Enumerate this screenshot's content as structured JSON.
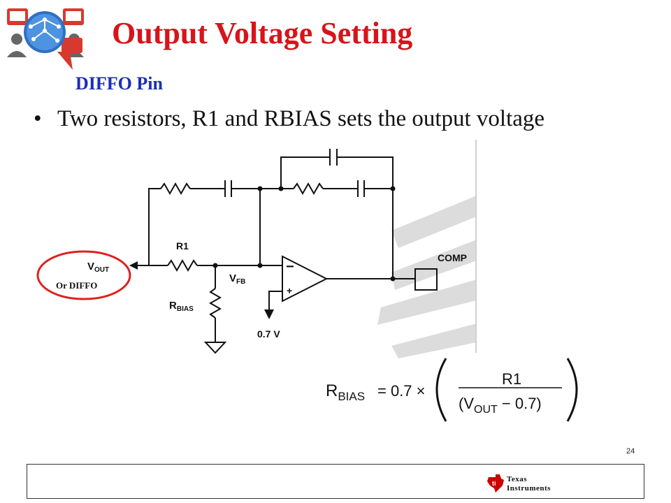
{
  "slide": {
    "title": "Output Voltage Setting",
    "subtitle": "DIFFO Pin",
    "bullet": "Two resistors, R1 and RBIAS sets the output voltage",
    "page_number": "24"
  },
  "schematic": {
    "vout_label_main": "V",
    "vout_label_sub": "OUT",
    "or_diffo_label": "Or DIFFO",
    "r1_label": "R1",
    "vfb_label_main": "V",
    "vfb_label_sub": "FB",
    "rbias_label_main": "R",
    "rbias_label_sub": "BIAS",
    "ref_voltage_label": "0.7 V",
    "comp_label": "COMP",
    "opamp_minus": "−",
    "opamp_plus": "+"
  },
  "formula": {
    "lhs_main": "R",
    "lhs_sub": "BIAS",
    "equals_coeff": "= 0.7 ×",
    "numerator": "R1",
    "den_open": "(V",
    "den_sub": "OUT",
    "den_rest": " − 0.7)"
  },
  "footer": {
    "brand_line1": "Texas",
    "brand_line2": "Instruments"
  },
  "colors": {
    "title": "#d7141a",
    "subtitle": "#1a2fb8",
    "highlight_ellipse": "#e02020",
    "ti_red": "#cc0000"
  },
  "icons": {
    "header_logo": "people-network-icon",
    "footer_logo": "texas-instruments-logo"
  }
}
